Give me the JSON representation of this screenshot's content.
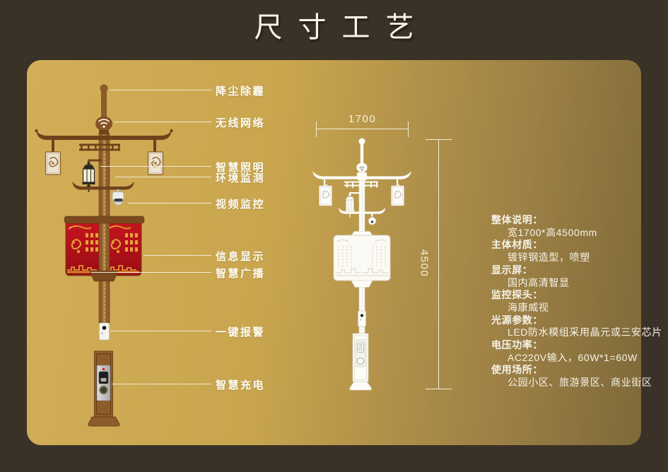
{
  "title": "尺寸工艺",
  "callouts": [
    {
      "label": "降尘除霾"
    },
    {
      "label": "无线网络"
    },
    {
      "label": "智慧照明"
    },
    {
      "label": "环境监测"
    },
    {
      "label": "视频监控"
    },
    {
      "label": "信息显示"
    },
    {
      "label": "智慧广播"
    },
    {
      "label": "一键报警"
    },
    {
      "label": "智慧充电"
    }
  ],
  "dimensions": {
    "width_mm": "1700",
    "height_mm": "4500"
  },
  "specs": [
    {
      "label": "整体说明：",
      "value": "宽1700*高4500mm"
    },
    {
      "label": "主体材质：",
      "value": "镀锌钢造型，喷塑"
    },
    {
      "label": "显示屏：",
      "value": "国内高清智显"
    },
    {
      "label": "监控探头：",
      "value": "海康威视"
    },
    {
      "label": "光源参数：",
      "value": "LED防水模组采用晶元或三安芯片"
    },
    {
      "label": "电压功率：",
      "value": "AC220V输入，60W*1=60W"
    },
    {
      "label": "使用场所：",
      "value": "公园小区、旅游景区、商业街区"
    }
  ],
  "colors": {
    "background": "#3a3127",
    "panel_gold": "#c9a54e",
    "panel_gold_dark": "#7e693a",
    "text_ivory": "#f7f3e6",
    "pole_brown": "#8e5c2a",
    "screen_red": "#c0121d",
    "accent_gold": "#e8a23a"
  }
}
